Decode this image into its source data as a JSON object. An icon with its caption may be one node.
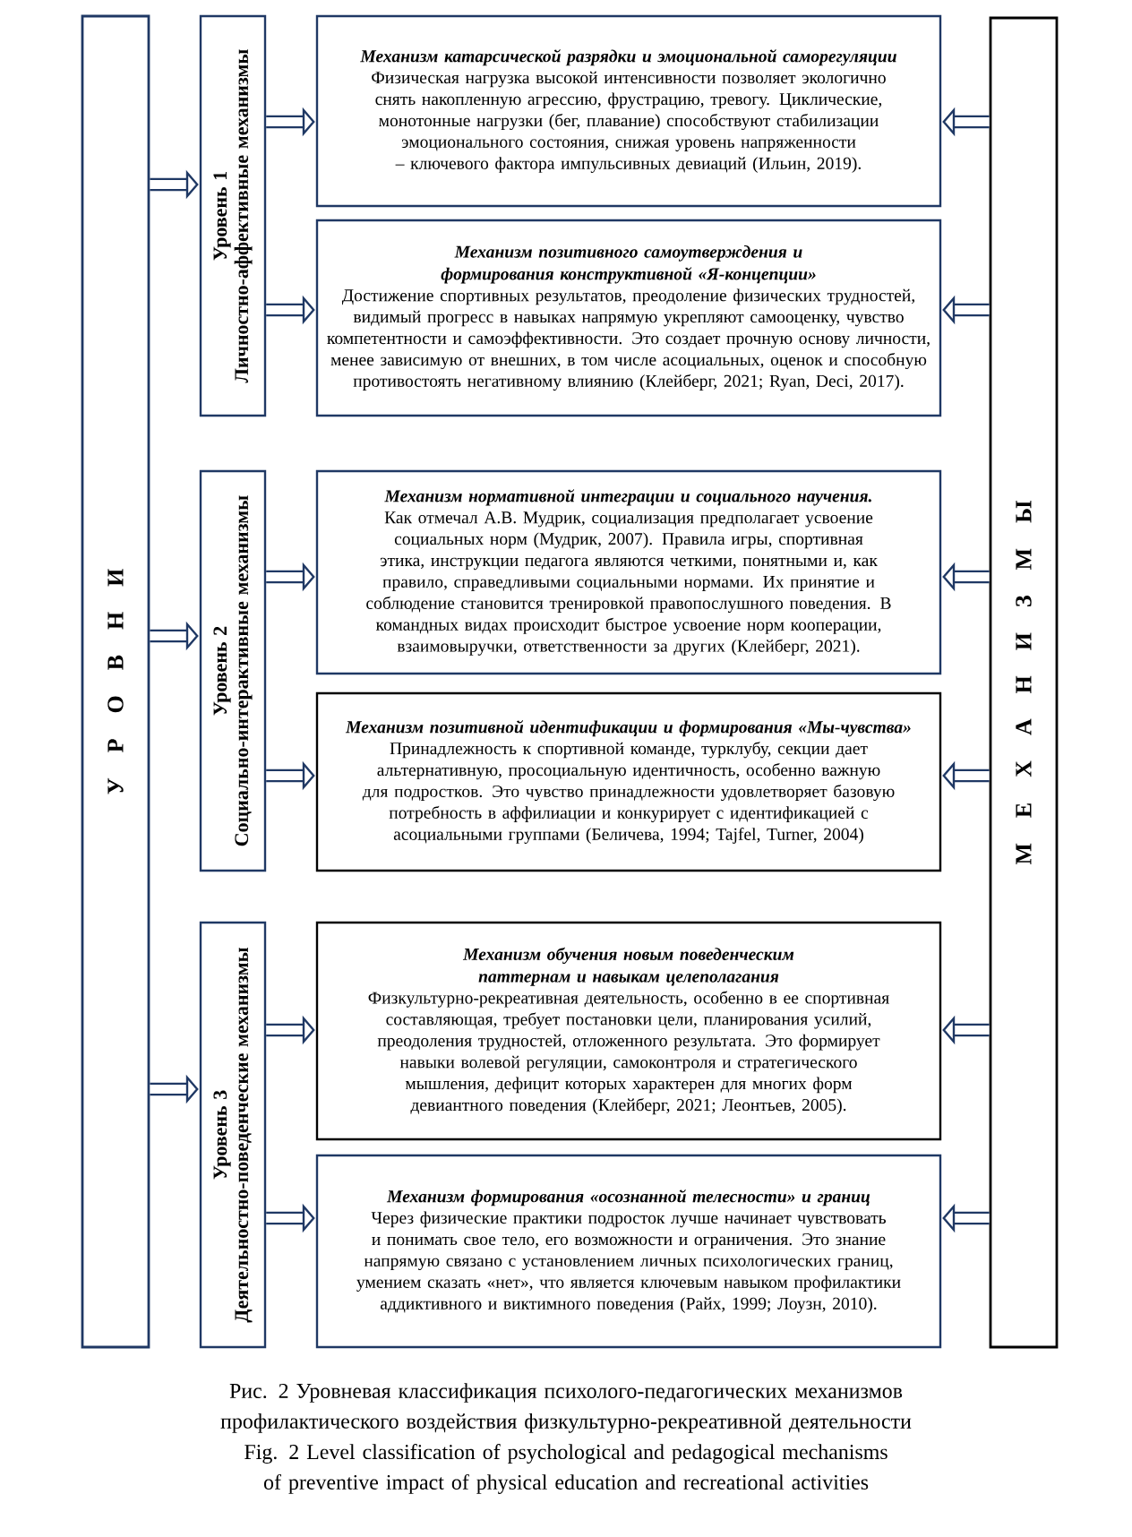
{
  "diagram": {
    "caption": "Рис. 2 Уровневая классификация психолого-педагогических механизмов профилактического воздействия физкультурно-рекреативной деятельности",
    "nodes": [
      {
        "text": [
          "У Р О В Н И"
        ]
      },
      {
        "text": [
          "Уровень 1",
          "Личностно-аффективные механизмы"
        ]
      },
      {
        "text": [
          "Уровень 2",
          "Социально-интерактивные механизмы"
        ]
      },
      {
        "text": [
          "Уровень 3",
          "Деятельностно-поведенческие механизмы"
        ]
      },
      {
        "text": [
          "Механизм катарсической разрядки и эмоциональной саморегуляции",
          "Физическая нагрузка высокой интенсивности позволяет экологично снять накопленную агрессию, фрустрацию, тревогу. Циклические, монотонные нагрузки (бег, плавание) способствуют стабилизации эмоционального состояния, снижая уровень напряженности – ключевого фактора импульсивных девиаций (Ильин, 2019)."
        ]
      },
      {
        "text": [
          "Механизм позитивного самоутверждения и формирования конструктивной «Я-концепции»",
          "Достижение спортивных результатов, преодоление физических трудностей, видимый прогресс в навыках напрямую укрепляют самооценку, чувство компетентности и самоэффективности. Это создает прочную основу личности, менее зависимую от внешних, в том числе асоциальных, оценок и способную противостоять негативному влиянию (Клейберг, 2021; Ryan, Deci, 2017)."
        ]
      },
      {
        "text": [
          "Механизм нормативной интеграции и социального научения.",
          "Как отмечал А.В. Мудрик, социализация предполагает усвоение социальных норм (Мудрик, 2007). Правила игры, спортивная этика, инструкции педагога являются четкими, понятными и, как правило, справедливыми социальными нормами. Их принятие и соблюдение становится тренировкой правопослушного поведения. В командных видах происходит быстрое усвоение норм кооперации, взаимовыручки, ответственности за других (Клейберг, 2021)."
        ]
      },
      {
        "text": [
          "Механизм позитивной идентификации и формирования «Мы-чувства»",
          "Принадлежность к спортивной команде, турклубу, секции дает альтернативную, просоциальную идентичность, особенно важную для подростков. Это чувство принадлежности удовлетворяет базовую потребность в аффилиации и конкурирует с идентификацией с асоциальными группами (Беличева, 1994; Tajfel, Turner, 2004)"
        ]
      },
      {
        "text": [
          "Механизм обучения новым поведенческим паттернам и навыкам целеполагания",
          "Физкультурно-рекреативная деятельность, особенно в ее спортивная составляющая, требует постановки цели, планирования усилий, преодоления трудностей, отложенного результата. Это формирует навыки волевой регуляции, самоконтроля и стратегического мышления, дефицит которых характерен для многих форм девиантного поведения (Клейберг, 2021; Леонтьев, 2005)."
        ]
      },
      {
        "text": [
          "Механизм формирования «осознанной телесности» и границ",
          "Через физические практики подросток лучше начинает чувствовать и понимать свое тело, его возможности и ограничения. Это знание напрямую связано с установлением личных психологических границ, умением сказать «нет», что является ключевым навыком профилактики аддиктивного и виктимного поведения (Райх, 1999; Лоузн, 2010)."
        ]
      },
      {
        "text": [
          "М Е Х А Н И З М Ы"
        ]
      }
    ],
    "edges": [
      {
        "from": 0,
        "to": 1,
        "arrow": "to"
      },
      {
        "from": 0,
        "to": 2,
        "arrow": "to"
      },
      {
        "from": 0,
        "to": 3,
        "arrow": "to"
      },
      {
        "from": 1,
        "to": 4,
        "arrow": "to"
      },
      {
        "from": 1,
        "to": 5,
        "arrow": "to"
      },
      {
        "from": 2,
        "to": 6,
        "arrow": "to"
      },
      {
        "from": 2,
        "to": 7,
        "arrow": "to"
      },
      {
        "from": 3,
        "to": 8,
        "arrow": "to"
      },
      {
        "from": 3,
        "to": 9,
        "arrow": "to"
      },
      {
        "from": 10,
        "to": 4,
        "arrow": "to"
      },
      {
        "from": 10,
        "to": 5,
        "arrow": "to"
      },
      {
        "from": 10,
        "to": 6,
        "arrow": "to"
      },
      {
        "from": 10,
        "to": 7,
        "arrow": "to"
      },
      {
        "from": 10,
        "to": 8,
        "arrow": "to"
      },
      {
        "from": 10,
        "to": 9,
        "arrow": "to"
      }
    ],
    "labels": [
      "Fig. 2 Level classification of psychological and pedagogical mechanisms of preventive impact of physical education and recreational activities"
    ]
  }
}
